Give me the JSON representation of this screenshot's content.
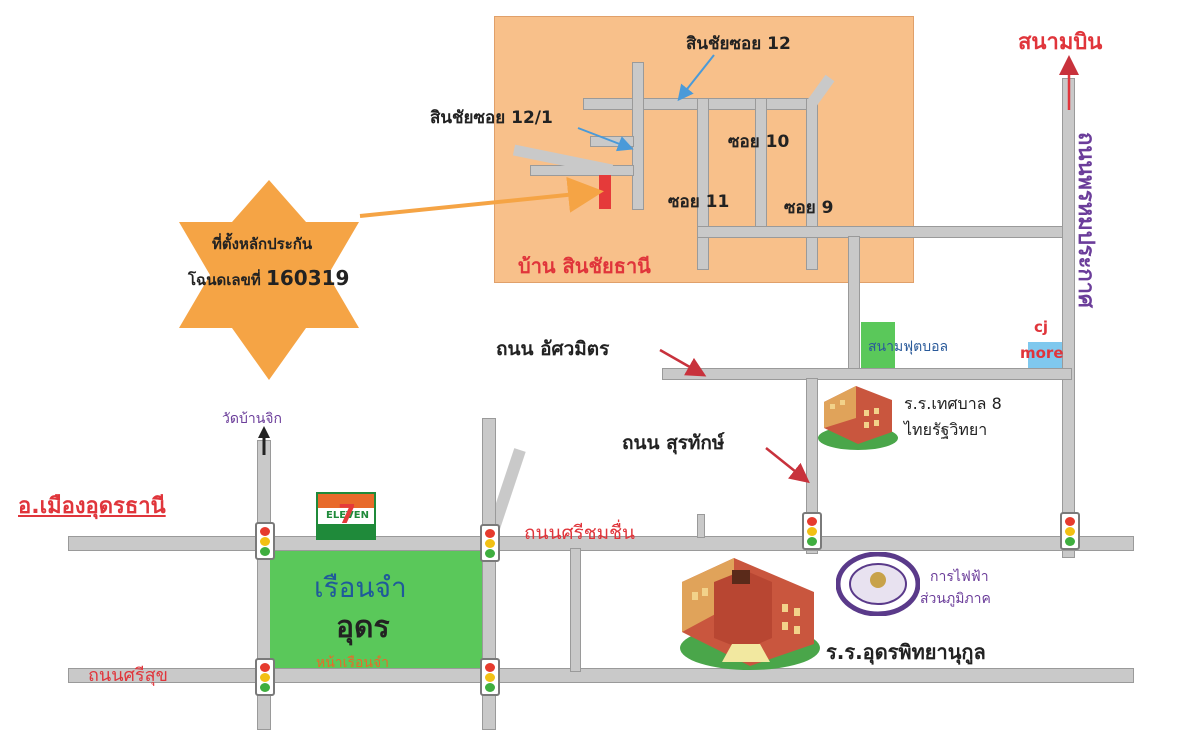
{
  "area": {
    "district": "อ.เมืองอุดรธานี",
    "village": "บ้าน สินชัยธานี"
  },
  "collateral": {
    "line1": "ที่ตั้งหลักประกัน",
    "line2_prefix": "โฉนดเลขที่",
    "deed_number": "160319"
  },
  "roads": {
    "sinchai_soi_12": "สินชัยซอย 12",
    "sinchai_soi_12_1": "สินชัยซอย 12/1",
    "soi_10": "ซอย 10",
    "soi_11": "ซอย 11",
    "soi_9": "ซอย 9",
    "assawamit": "ถนน อัศวมิตร",
    "suratak": "ถนน สุรทักษ์",
    "srichomchuen": "ถนนศรีชมชื่น",
    "srisuk": "ถนนศรีสุข",
    "phrommarakat": "ถนนพรหมประกาศ"
  },
  "places": {
    "airport": "สนามบิน",
    "wat_ban_chik": "วัดบ้านจิก",
    "football_field": "สนามฟุตบอล",
    "cj_top": "cj",
    "cj_bottom": "more",
    "school_tessaban_line1": "ร.ร.เทศบาล 8",
    "school_tessaban_line2": "ไทยรัฐวิทยา",
    "pea_line1": "การไฟฟ้า",
    "pea_line2": "ส่วนภูมิภาค",
    "udon_pittayanukul": "ร.ร.อุดรพิทยานุกูล",
    "prison_line1": "เรือนจำ",
    "prison_line2": "อุดร",
    "front_of_prison": "หน้าเรือนจำ",
    "seven_eleven_text": "ELEVEN",
    "seven_eleven_num": "7"
  },
  "colors": {
    "village_bg": "#f8c08a",
    "road": "#c9c9c9",
    "red_label": "#e0353b",
    "purple_label": "#6b3d9a",
    "prison_green": "#5ac85a",
    "star_orange": "#f5a445"
  }
}
